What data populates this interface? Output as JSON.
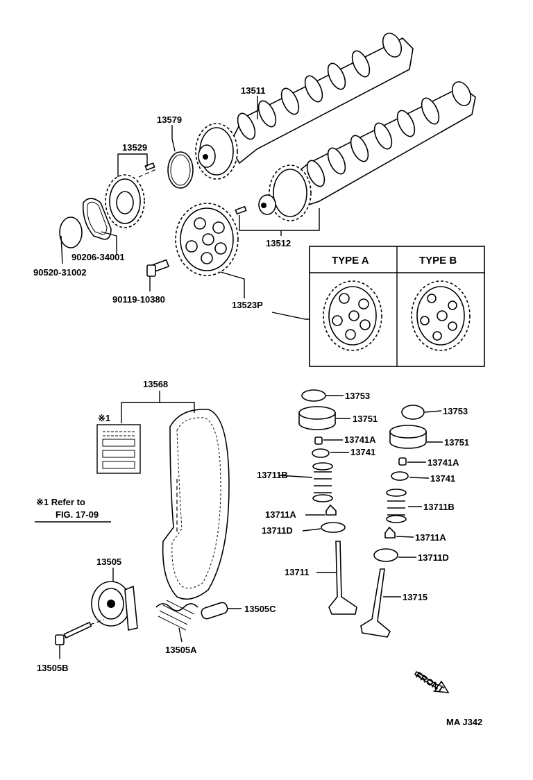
{
  "labels": {
    "p13511": "13511",
    "p13579": "13579",
    "p13529": "13529",
    "p90206": "90206-34001",
    "p90520": "90520-31002",
    "p90119": "90119-10380",
    "p13512": "13512",
    "p13523P": "13523P",
    "p13568": "13568",
    "p13505": "13505",
    "p13505B": "13505B",
    "p13505A": "13505A",
    "p13505C": "13505C",
    "p13753a": "13753",
    "p13751a": "13751",
    "p13741Aa": "13741A",
    "p13741a": "13741",
    "p13711Ba": "13711B",
    "p13711Aa": "13711A",
    "p13711Da": "13711D",
    "p13711": "13711",
    "p13753b": "13753",
    "p13751b": "13751",
    "p13741Ab": "13741A",
    "p13741b": "13741",
    "p13711Bb": "13711B",
    "p13711Ab": "13711A",
    "p13711Db": "13711D",
    "p13715": "13715",
    "typeA": "TYPE  A",
    "typeB": "TYPE  B",
    "noteMark": "※1",
    "noteLine1": "※1 Refer to",
    "noteLine2": "FIG. 17-09",
    "front": "FRONT",
    "code": "MA  J342"
  }
}
